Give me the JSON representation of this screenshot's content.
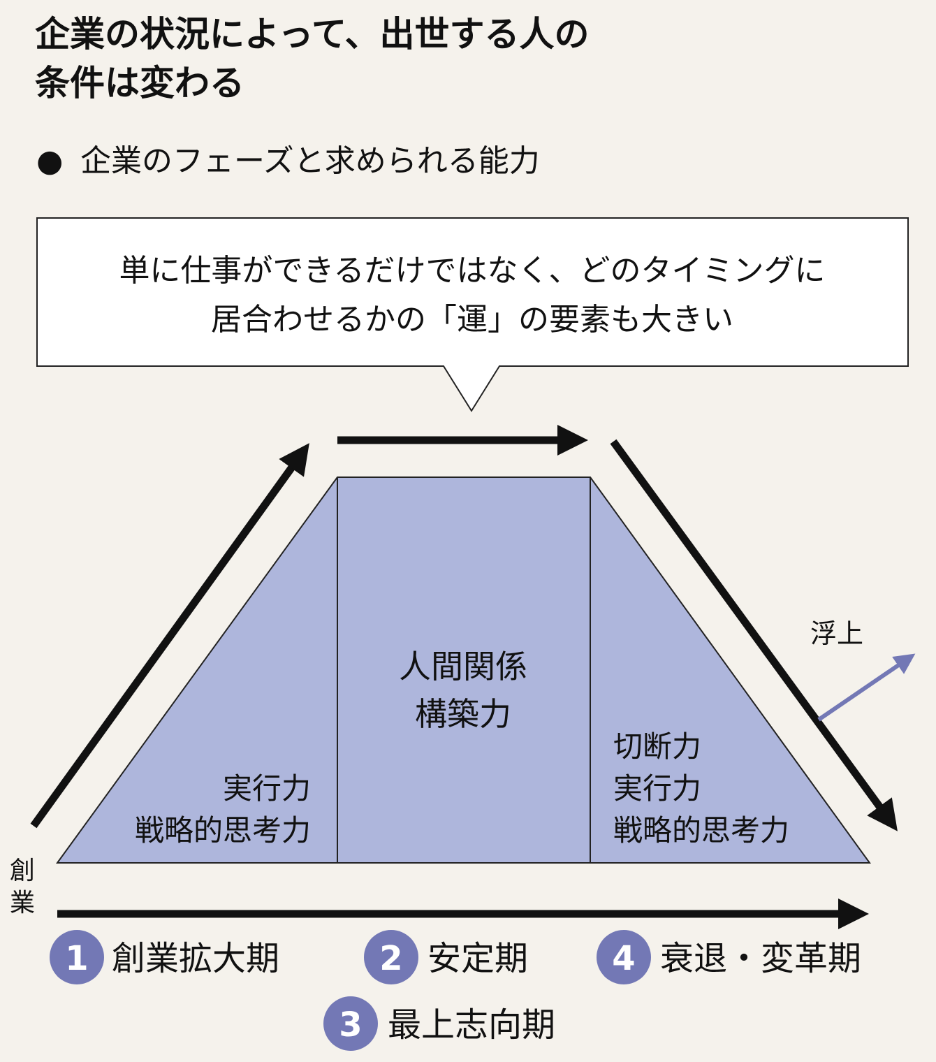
{
  "title": {
    "line1": "企業の状況によって、出世する人の",
    "line2": "条件は変わる"
  },
  "subtitle": {
    "bullet": "●",
    "text": "企業のフェーズと求められる能力"
  },
  "callout": {
    "line1": "単に仕事ができるだけではなく、どのタイミングに",
    "line2": "居合わせるかの「運」の要素も大きい"
  },
  "trapezoid": {
    "left": [
      "実行力",
      "戦略的思考力"
    ],
    "center": [
      "人間関係",
      "構築力"
    ],
    "right": [
      "切断力",
      "実行力",
      "戦略的思考力"
    ]
  },
  "rise_label": "浮上",
  "start_label": [
    "創",
    "業"
  ],
  "phases": [
    {
      "num": "1",
      "label": "創業拡大期"
    },
    {
      "num": "2",
      "label": "安定期"
    },
    {
      "num": "4",
      "label": "衰退・変革期"
    },
    {
      "num": "3",
      "label": "最上志向期"
    }
  ],
  "colors": {
    "background": "#f5f2ec",
    "fill": "#aeb6dc",
    "accent": "#7378b5"
  }
}
